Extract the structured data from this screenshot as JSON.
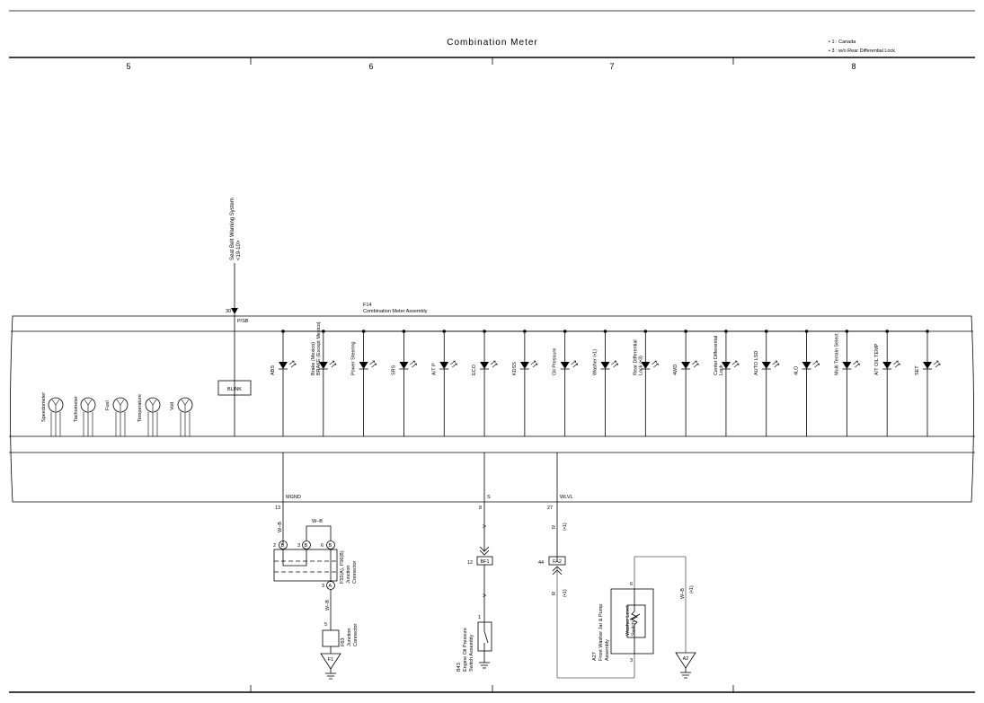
{
  "header": {
    "title": "Combination Meter",
    "notes": [
      "• 1 : Canada",
      "• 3 : w/o Rear Differential Lock"
    ],
    "columns": [
      "5",
      "6",
      "7",
      "8"
    ]
  },
  "meter": {
    "id": "F14",
    "name": "Combination Meter Assembly",
    "gauges": [
      "Speedometer",
      "Tachometer",
      "Fuel",
      "Temperature",
      "Volt"
    ],
    "blink_label": "BLINK",
    "top_pin": "30",
    "top_signal": "P/SB",
    "seatbelt_line1": "Seat Belt Warning System",
    "seatbelt_line2": "<19-10>",
    "indicators": [
      {
        "label": "ABS",
        "label2": ""
      },
      {
        "label": "Brake (Mexico)",
        "label2": "BRAKE (Except Mexico)"
      },
      {
        "label": "Power Steering",
        "label2": ""
      },
      {
        "label": "SRS",
        "label2": ""
      },
      {
        "label": "A/T P",
        "label2": ""
      },
      {
        "label": "ECO",
        "label2": ""
      },
      {
        "label": "KDSS",
        "label2": ""
      },
      {
        "label": "Oil Pressure",
        "label2": ""
      },
      {
        "label": "Washer (•1)",
        "label2": ""
      },
      {
        "label": "Rear Differential",
        "label2": "Lock (•3)"
      },
      {
        "label": "4WD",
        "label2": ""
      },
      {
        "label": "Center Differential",
        "label2": "Lock"
      },
      {
        "label": "AUTO LSD",
        "label2": ""
      },
      {
        "label": "4LO",
        "label2": ""
      },
      {
        "label": "Multi Terrain Select",
        "label2": ""
      },
      {
        "label": "A/T OIL TEMP",
        "label2": ""
      },
      {
        "label": "SET",
        "label2": ""
      }
    ],
    "pins": [
      {
        "pin": "13",
        "signal": "MGND"
      },
      {
        "pin": "8",
        "signal": "S"
      },
      {
        "pin": "27",
        "signal": "WLVL"
      }
    ]
  },
  "ground_circuit": {
    "wire_wb_1": "W–B",
    "wire_wb_2": "W–B",
    "wire_wb_3": "W–B",
    "pin_b1": "2",
    "pin_b2": "3",
    "pin_b3": "6",
    "pin_a": "3",
    "letter_b": "B",
    "letter_a": "A",
    "jc_id": "F55(A), F56(B)",
    "jc_name1": "Junction",
    "jc_name2": "Connector",
    "f63_pin": "5",
    "f63_id": "F63",
    "f63_name1": "Junction",
    "f63_name2": "Connector",
    "ground_id": "F1"
  },
  "oil_circuit": {
    "wire_v1": "V",
    "wire_v2": "V",
    "conn_pin": "12",
    "conn_id": "BF1",
    "switch_pin": "1",
    "switch_id": "B43",
    "switch_name1": "Engine Oil Pressure",
    "switch_name2": "Switch Assembly"
  },
  "washer_circuit": {
    "wire_r1": "R",
    "wire_r1_note": "(•1)",
    "wire_r2": "R",
    "wire_r2_note": "(•1)",
    "wire_wb": "W–B",
    "wire_wb_note": "(•1)",
    "conn_pin": "44",
    "conn_id": "FA2",
    "switch_id": "A27",
    "switch_name1": "Front Washer Jar & Pump",
    "switch_name2": "Assembly",
    "sub_name1": "Washer Level",
    "sub_name2": "Switch",
    "pin_top": "6",
    "pin_bottom": "3",
    "ground_id": "A2"
  }
}
